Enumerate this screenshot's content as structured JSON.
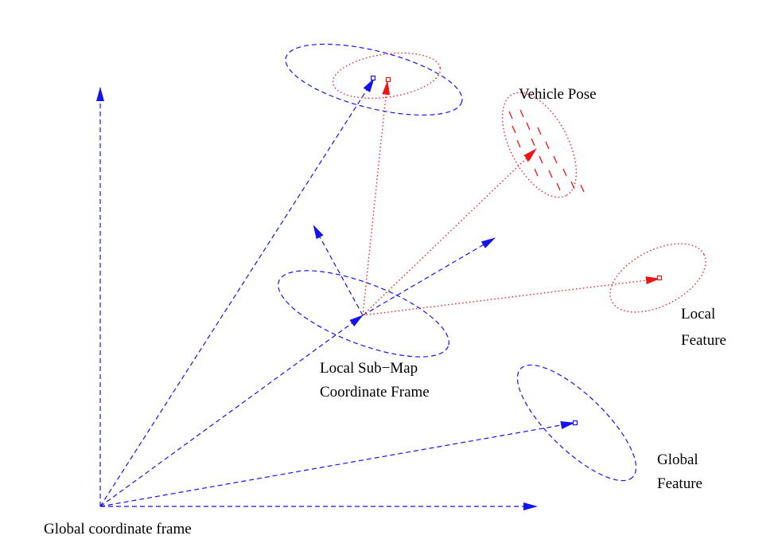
{
  "labels": {
    "vehicle_pose": "Vehicle Pose",
    "local_feature_line1": "Local",
    "local_feature_line2": "Feature",
    "submap_line1": "Local Sub−Map",
    "submap_line2": "Coordinate Frame",
    "global_feature_line1": "Global",
    "global_feature_line2": "Feature",
    "global_frame": "Global coordinate frame"
  },
  "colors": {
    "global": "#1414ee",
    "local": "#ee1414",
    "text": "#000000"
  }
}
